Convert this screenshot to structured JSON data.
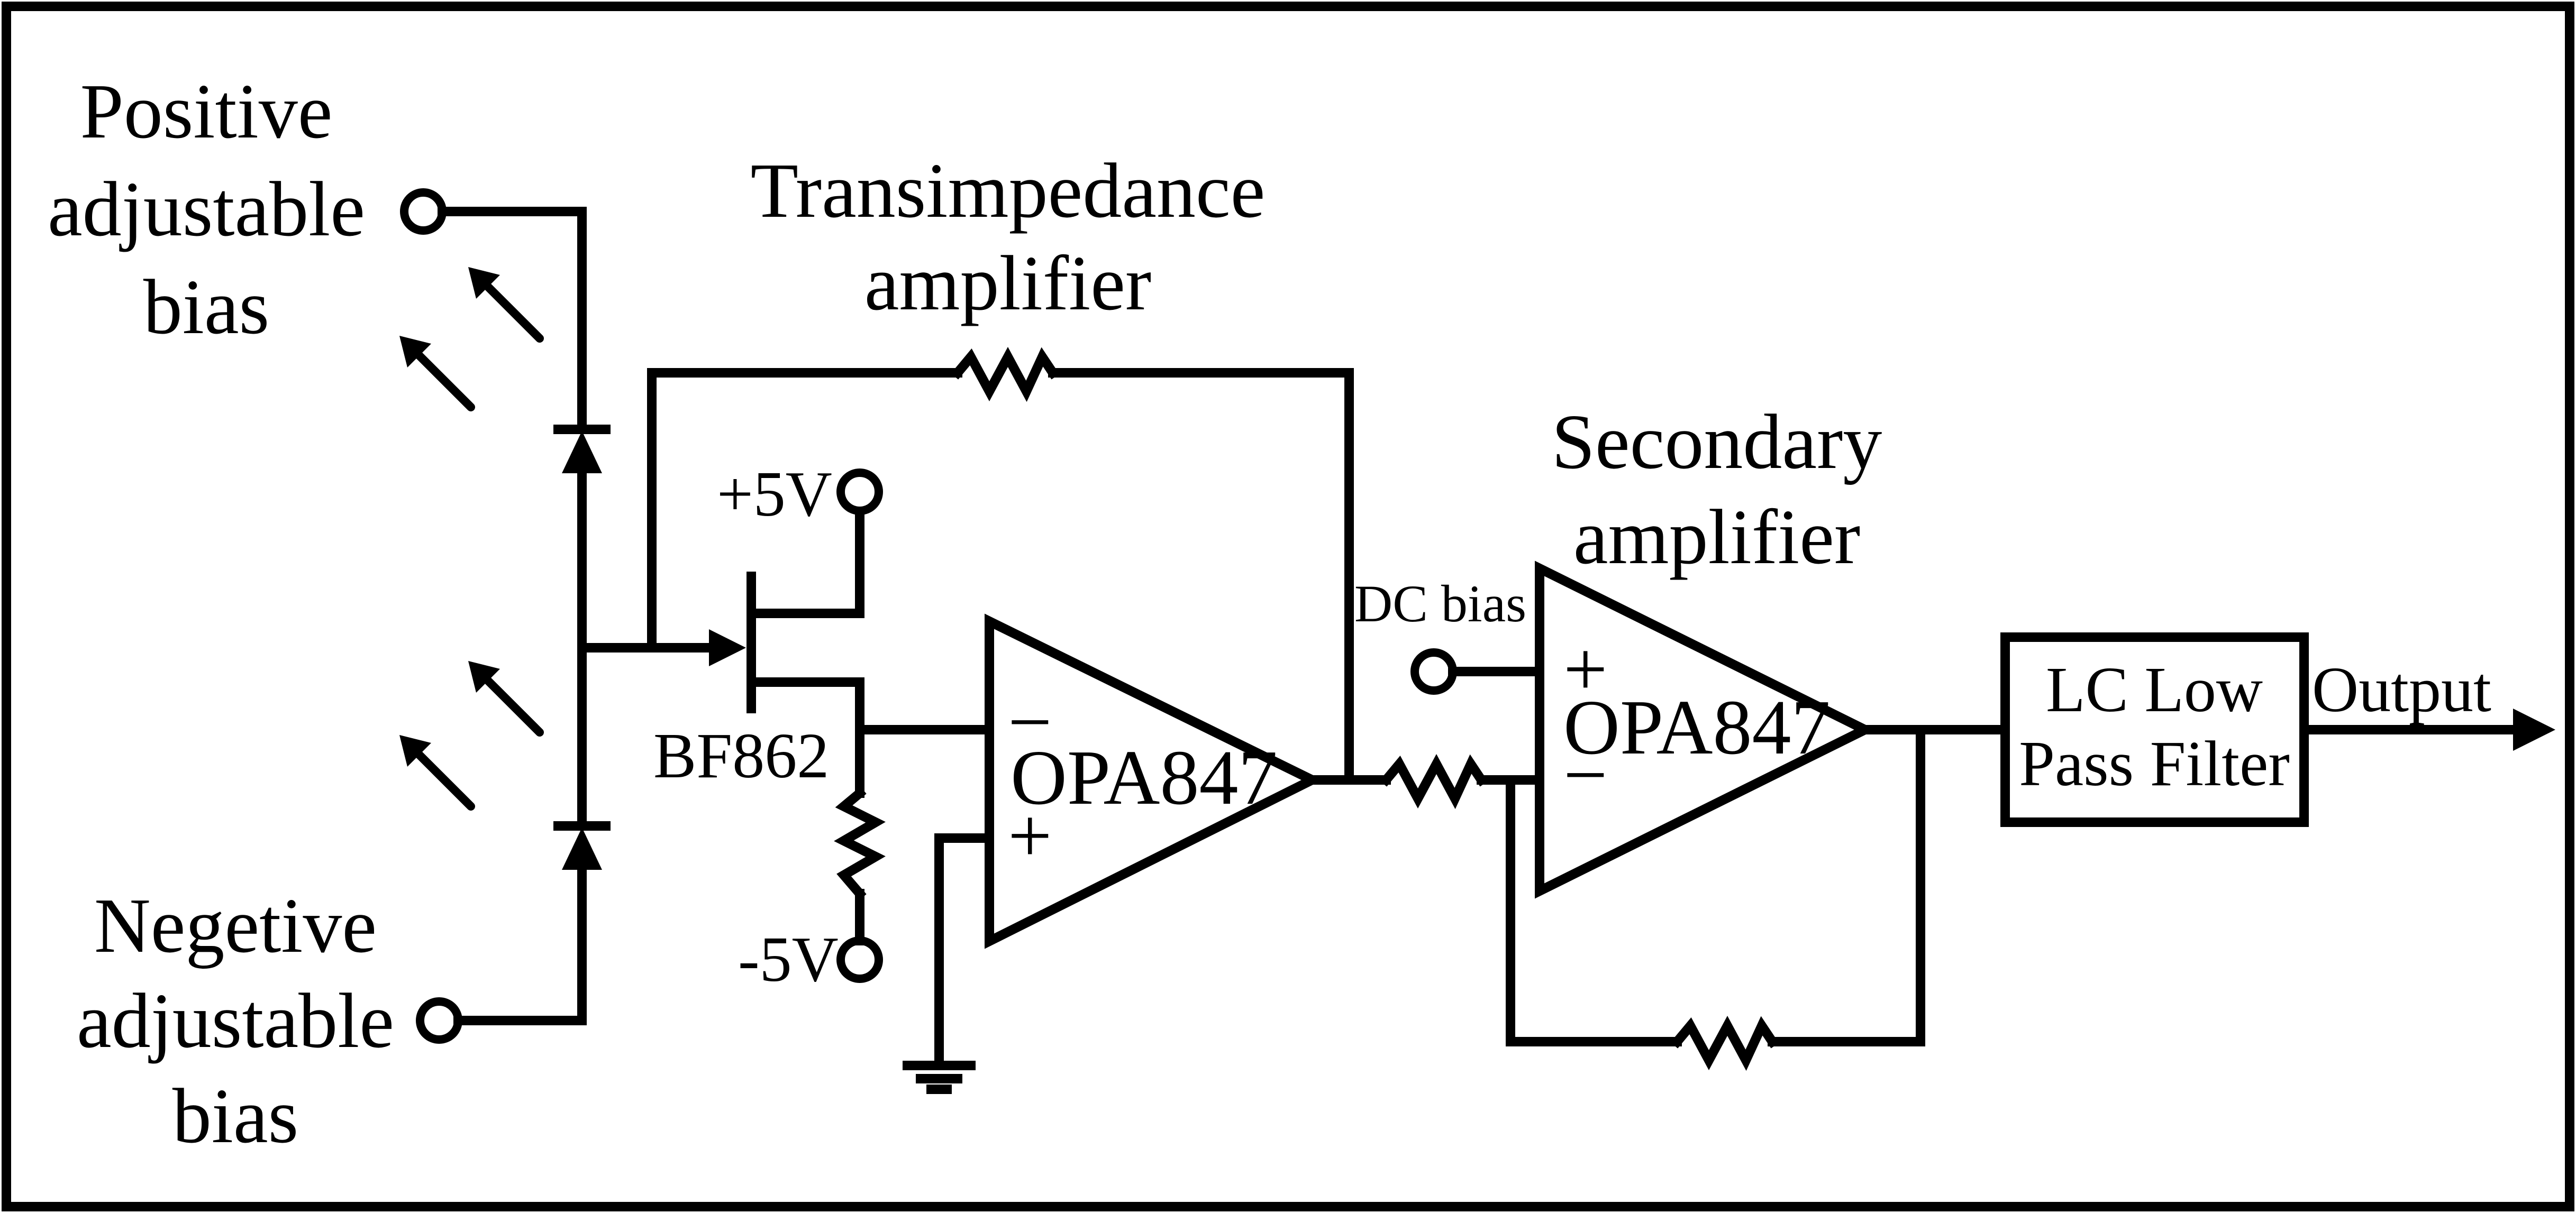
{
  "labels": {
    "positive_bias": [
      "Positive",
      "adjustable",
      "bias"
    ],
    "negative_bias": [
      "Negetive",
      "adjustable",
      "bias"
    ],
    "tia_title": [
      "Transimpedance",
      "amplifier"
    ],
    "secondary_title": [
      "Secondary",
      "amplifier"
    ],
    "plus5v": "+5V",
    "minus5v": "-5V",
    "jfet": "BF862",
    "opamp1": "OPA847",
    "opamp2": "OPA847",
    "dc_bias": "DC bias",
    "filter": [
      "LC Low",
      "Pass Filter"
    ],
    "output": "Output",
    "minus_sign": "−",
    "plus_sign": "+"
  },
  "colors": {
    "ink": "#000000",
    "background": "#ffffff"
  }
}
